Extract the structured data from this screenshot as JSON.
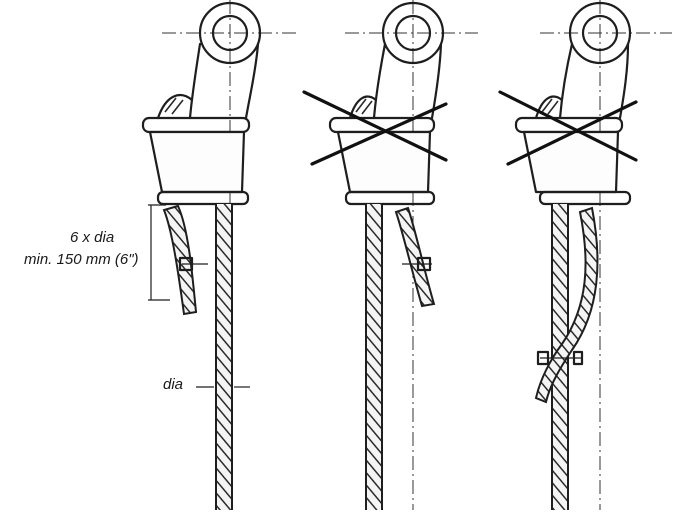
{
  "labels": {
    "length_line1": "6 x dia",
    "length_line2": "min. 150 mm (6\")",
    "diameter": "dia"
  }
}
